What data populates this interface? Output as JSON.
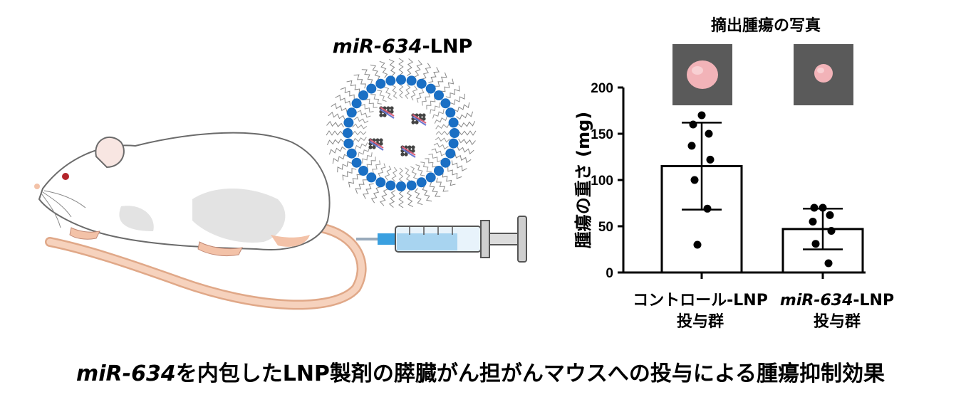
{
  "lnp": {
    "title_italic": "miR-634",
    "title_rest": "-LNP"
  },
  "photos": {
    "title": "摘出腫瘍の写真",
    "background_color": "#5a5a5a",
    "tumor_color": "#f2b3b8"
  },
  "chart_data": {
    "type": "bar",
    "ylabel": "腫瘍の重さ (mg)",
    "ylim": [
      0,
      200
    ],
    "yticks": [
      0,
      50,
      100,
      150,
      200
    ],
    "categories": [
      {
        "line1_italic": "",
        "line1_rest": "コントロール-LNP",
        "line2": "投与群"
      },
      {
        "line1_italic": "miR-634",
        "line1_rest": "-LNP",
        "line2": "投与群"
      }
    ],
    "values": [
      115,
      47
    ],
    "errors": [
      47,
      22
    ],
    "points": [
      [
        170,
        160,
        150,
        137,
        122,
        100,
        69,
        30
      ],
      [
        70,
        70,
        62,
        55,
        45,
        31,
        10
      ]
    ],
    "bar_color": "#ffffff",
    "edge_color": "#000000"
  },
  "caption": {
    "italic": "miR-634",
    "rest": "を内包したLNP製剤の膵臓がん担がんマウスへの投与による腫瘍抑制効果"
  },
  "colors": {
    "lipid_blue": "#1a6fc4",
    "needle_blue": "#3aa0e0",
    "syringe_liquid": "#a8d4f0",
    "mouse_tail": "#f3c2a8"
  }
}
